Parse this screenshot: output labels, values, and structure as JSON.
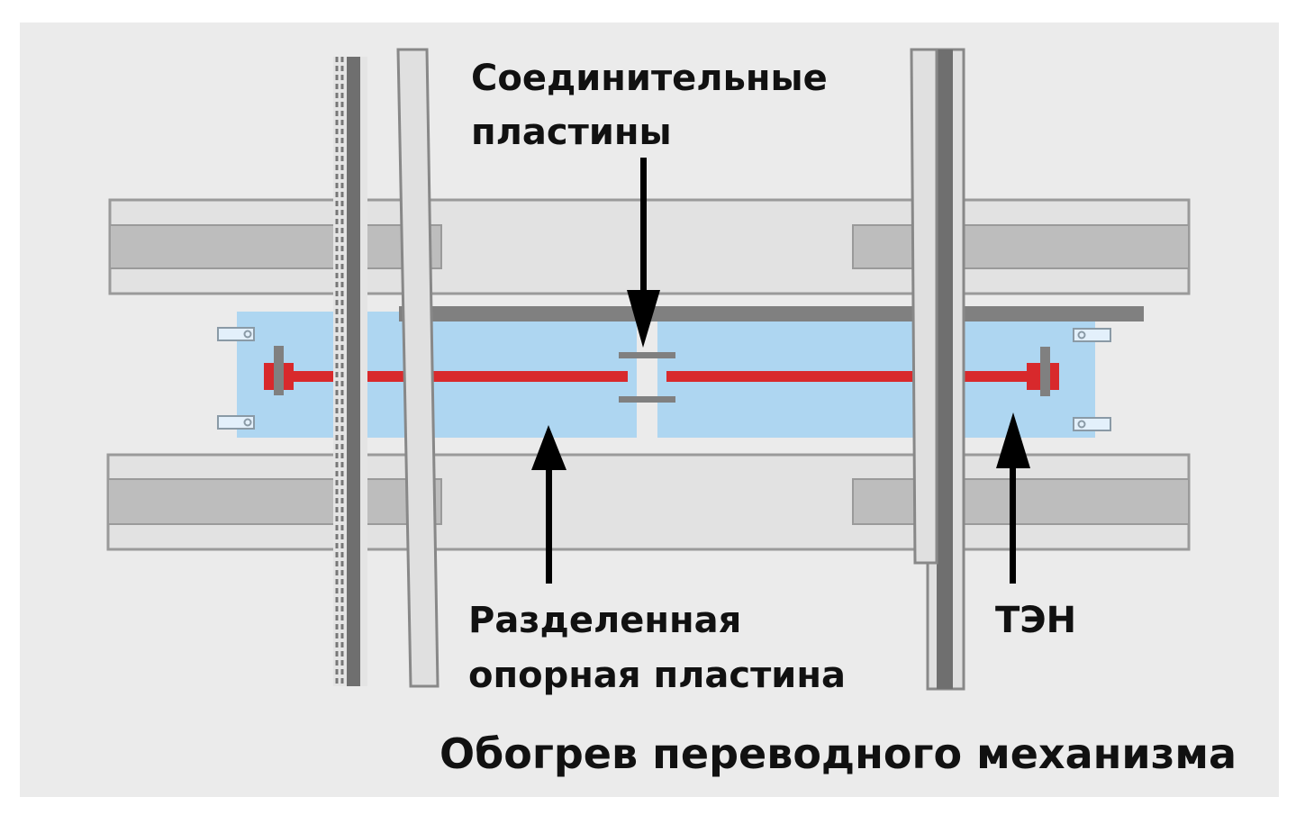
{
  "labels": {
    "connecting_plates": [
      "Соединительные",
      "пластины"
    ],
    "split_support_plate": [
      "Разделенная",
      "опорная пластина"
    ],
    "heater": "ТЭН"
  },
  "title": "Обогрев переводного механизма",
  "colors": {
    "background": "#ebebeb",
    "rail": "#e2e2e2",
    "rail_band": "#bdbdbd",
    "plate": "#aed6f1",
    "heater": "#d8292c",
    "steel": "#808080",
    "arrow": "#000000"
  }
}
